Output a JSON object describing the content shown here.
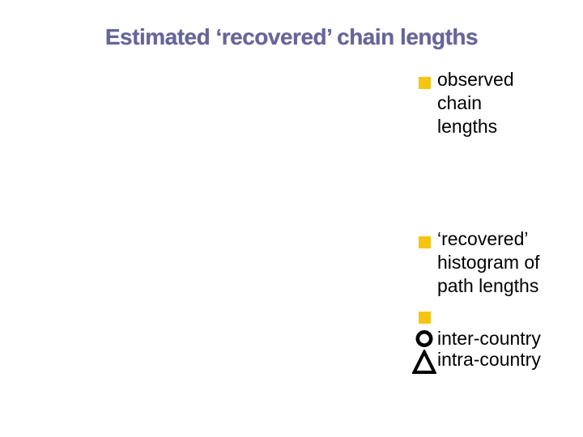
{
  "slide": {
    "title": "Estimated ‘recovered’ chain lengths",
    "title_color": "#666699",
    "background_color": "#ffffff"
  },
  "legend": {
    "marker_color": "#F6C511",
    "outline_marker_color": "#000000",
    "items": [
      {
        "marker": "square",
        "label": "observed\nchain\nlengths"
      },
      {
        "marker": "square",
        "label": "‘recovered’\nhistogram of\npath lengths"
      },
      {
        "marker": "square",
        "label": ""
      },
      {
        "marker": "circle",
        "label": "inter-country"
      },
      {
        "marker": "triangle",
        "label": "intra-country"
      }
    ]
  }
}
